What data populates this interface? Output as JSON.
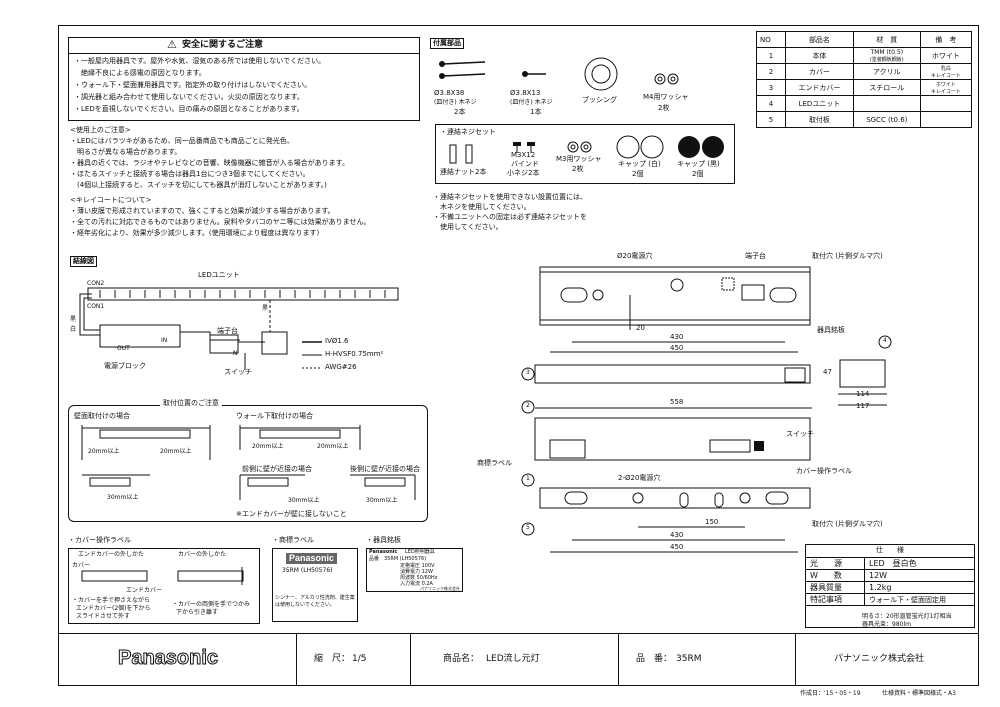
{
  "safety": {
    "title": "安全に関するご注意",
    "lines": [
      "・一般屋内用器具です。屋外や水気、湿気のある所では使用しないでください。",
      "　絶縁不良による感電の原因となります。",
      "・ウォール下・壁面兼用器具です。指定外の取り付けはしないでください。",
      "・調光器と組み合わせて使用しないでください。火災の原因となります。",
      "・LEDを直視しないでください。目の痛みの原因となることがあります。"
    ]
  },
  "usage": {
    "title": "<使用上のご注意>",
    "lines": [
      "・LEDにはバラツキがあるため、同一品番商品でも商品ごとに発光色、",
      "　明るさが異なる場合があります。",
      "・器具の近くでは、ラジオやテレビなどの音響、映像機器に雑音が入る場合があります。",
      "・ほたるスイッチと接続する場合は器具1台につき3個までにしてください。",
      "　(4個以上接続すると、スイッチを切にしても器具が消灯しないことがあります。)"
    ]
  },
  "kirei": {
    "title": "<キレイコートについて>",
    "lines": [
      "・薄い皮膜で形成されていますので、強くこすると効果が減少する場合があります。",
      "・全ての汚れに対応できるものではありません。泉料やタバコのヤニ等には効果がありません。",
      "・経年劣化により、効果が多少減少します。(使用環境により程度は異なります)"
    ]
  },
  "accessories": {
    "title": "付属部品",
    "items": [
      {
        "line1": "Ø3.8X38",
        "line2": "(皿付き) 木ネジ",
        "line3": "2本"
      },
      {
        "line1": "Ø3.8X13",
        "line2": "(皿付き) 木ネジ",
        "line3": "1本"
      },
      {
        "line1": "ブッシング",
        "line2": "",
        "line3": ""
      },
      {
        "line1": "M4用ワッシャ",
        "line2": "2枚",
        "line3": ""
      }
    ],
    "set_title": "・連結ネジセット",
    "set_items": [
      {
        "line1": "連結ナット2本",
        "line2": ""
      },
      {
        "line1": "M3X12",
        "line2": "バインド"
      },
      {
        "line1": "M3用ワッシャ",
        "line2": "2枚"
      },
      {
        "line1": "キャップ (白)",
        "line2": "2個"
      },
      {
        "line1": "キャップ (黒)",
        "line2": "2個"
      }
    ],
    "set_item_extra": "小ネジ2本",
    "notes": [
      "・連結ネジセットを使用できない設置位置には、",
      "　木ネジを使用してください。",
      "・不備ユニットへの固定は必ず連結ネジセットを",
      "　使用してください。"
    ]
  },
  "parts_table": {
    "headers": [
      "NO",
      "部品名",
      "材　質",
      "備　考"
    ],
    "rows": [
      {
        "no": "1",
        "name": "本体",
        "material": "TMM (t0.5)",
        "material2": "(塗装鋼板鋼板)",
        "note": "ホワイト",
        "note2": ""
      },
      {
        "no": "2",
        "name": "カバー",
        "material": "アクリル",
        "material2": "",
        "note": "乳白",
        "note2": "キレイコート"
      },
      {
        "no": "3",
        "name": "エンドカバー",
        "material": "スチロール",
        "material2": "",
        "note": "ホワイト",
        "note2": "キレイコート"
      },
      {
        "no": "4",
        "name": "LEDユニット",
        "material": "",
        "material2": "",
        "note": "",
        "note2": ""
      },
      {
        "no": "5",
        "name": "取付板",
        "material": "SGCC (t0.6)",
        "material2": "",
        "note": "",
        "note2": ""
      }
    ]
  },
  "wiring": {
    "title": "結線図",
    "led_unit": "LEDユニット",
    "con2": "CON2",
    "con1": "CON1",
    "black": "黒",
    "white": "白",
    "power_block": "電源ブロック",
    "terminal": "端子台",
    "switch": "スイッチ",
    "in": "IN",
    "out": "OUT",
    "n": "N",
    "legend": [
      "IVØ1.6",
      "H-HVSF0.75mm²",
      "AWG#26"
    ]
  },
  "mounting": {
    "title": "取付位置のご注意",
    "wall": "壁面取付けの場合",
    "under": "ウォール下取付けの場合",
    "front": "前側に壁が近接の場合",
    "back": "後側に壁が近接の場合",
    "d20": "20mm以上",
    "d30": "30mm以上",
    "note": "※エンドカバーが壁に接しないこと"
  },
  "drawing": {
    "hole_top": "Ø20電源穴",
    "terminal": "端子台",
    "mount_hole": "取付穴 (片側ダルマ穴)",
    "d20": "20",
    "d430": "430",
    "d450": "450",
    "d558": "558",
    "d47": "47",
    "d114": "114",
    "d117": "117",
    "d150": "150",
    "nameplate": "器具銘板",
    "switch": "スイッチ",
    "cover_label": "カバー操作ラベル",
    "product_label": "商標ラベル",
    "holes2": "2-Ø20電源穴",
    "callouts": [
      "1",
      "2",
      "3",
      "4",
      "5"
    ]
  },
  "cover_label": {
    "title": "・カバー操作ラベル",
    "end_cover": "エンドカバーの外しかた",
    "cover": "カバーの外しかた",
    "cap1": "カバー",
    "cap2": "エンドカバー",
    "desc1": "・カバーを手で押さえながら",
    "desc1b": "エンドカバー(2個)を下から",
    "desc1c": "スライドさせて外す",
    "desc2": "・カバーの両側を手でつかみ",
    "desc2b": "下から引き離す"
  },
  "brand_label": {
    "title": "・商標ラベル",
    "brand": "Panasonic",
    "model": "35RM (LH50576)",
    "warning": "シンナー、アルカリ性洗剤、建生薬は使用しないでください。"
  },
  "nameplate": {
    "title": "・器具銘板",
    "brand": "Panasonic",
    "product": "LED照明器具",
    "row1": "品番　35RM (LH50576)",
    "lines": [
      "定格電圧 100V",
      "消費電力 12W",
      "周波数 50/60Hz",
      "入力電流 0.2A"
    ],
    "maker": "パナソニック株式会社"
  },
  "spec": {
    "title": "仕　　様",
    "rows": [
      {
        "k": "光　　源",
        "v": "LED　昼白色"
      },
      {
        "k": "W　　数",
        "v": "12W"
      },
      {
        "k": "器具質量",
        "v": "1.2kg"
      },
      {
        "k": "特記事項",
        "v": "ウォール下・壁面固定用"
      }
    ],
    "extra1": "明るさ：20形直管蛍光灯1灯相当",
    "extra2": "器具光束：980lm"
  },
  "footer": {
    "brand": "Panasonic",
    "scale_label": "縮　尺：",
    "scale": "1/5",
    "name_label": "商品名：",
    "name": "LED流し元灯",
    "code_label": "品　番：",
    "code": "35RM",
    "company": "パナソニック株式会社",
    "date": "作成日：'15・05・19",
    "format": "仕様資料・標準図様式・A3"
  },
  "colors": {
    "line": "#111111",
    "gray": "#666666"
  }
}
